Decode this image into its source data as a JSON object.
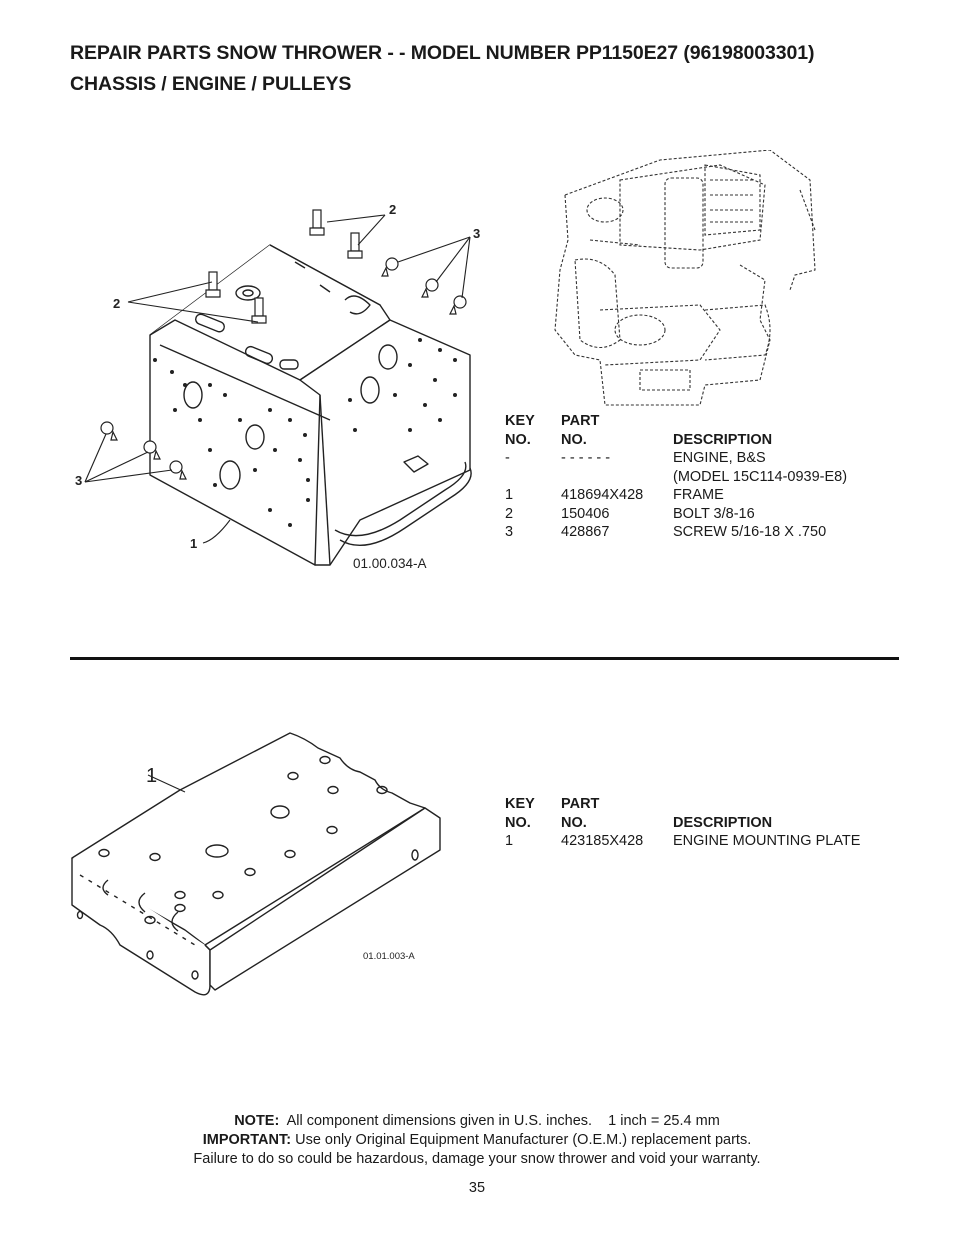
{
  "header": {
    "title_line1": "REPAIR PARTS SNOW THROWER - - MODEL NUMBER PP1150E27 (96198003301)",
    "title_line2": "CHASSIS / ENGINE / PULLEYS"
  },
  "diagram1": {
    "figure_id": "01.00.034-A",
    "callouts": {
      "frame": "1",
      "bolt_top": "2",
      "bolt_left": "2",
      "screw_right": "3",
      "screw_left": "3"
    }
  },
  "table1": {
    "headers": {
      "key_line1": "KEY",
      "key_line2": "NO.",
      "part_line1": "PART",
      "part_line2": "NO.",
      "description": "DESCRIPTION"
    },
    "rows": [
      {
        "key": "-",
        "part": "- - - - - -",
        "description": "ENGINE, B&S"
      },
      {
        "key": "",
        "part": "",
        "description": "(MODEL 15C114-0939-E8)"
      },
      {
        "key": "1",
        "part": "418694X428",
        "description": "FRAME"
      },
      {
        "key": "2",
        "part": "150406",
        "description": "BOLT 3/8-16"
      },
      {
        "key": "3",
        "part": "428867",
        "description": "SCREW 5/16-18 X .750"
      }
    ]
  },
  "diagram2": {
    "figure_id": "01.01.003-A",
    "callouts": {
      "plate": "1"
    }
  },
  "table2": {
    "headers": {
      "key_line1": "KEY",
      "key_line2": "NO.",
      "part_line1": "PART",
      "part_line2": "NO.",
      "description": "DESCRIPTION"
    },
    "rows": [
      {
        "key": "1",
        "part": "423185X428",
        "description": "ENGINE MOUNTING PLATE"
      }
    ]
  },
  "footer": {
    "note_label": "NOTE:",
    "note_text": "All component dimensions given in U.S. inches.    1 inch = 25.4 mm",
    "important_label": "IMPORTANT:",
    "important_text": "Use only Original Equipment Manufacturer (O.E.M.) replacement parts.",
    "warning_text": "Failure to do so could be hazardous, damage your snow thrower and void your warranty.",
    "page_number": "35"
  }
}
